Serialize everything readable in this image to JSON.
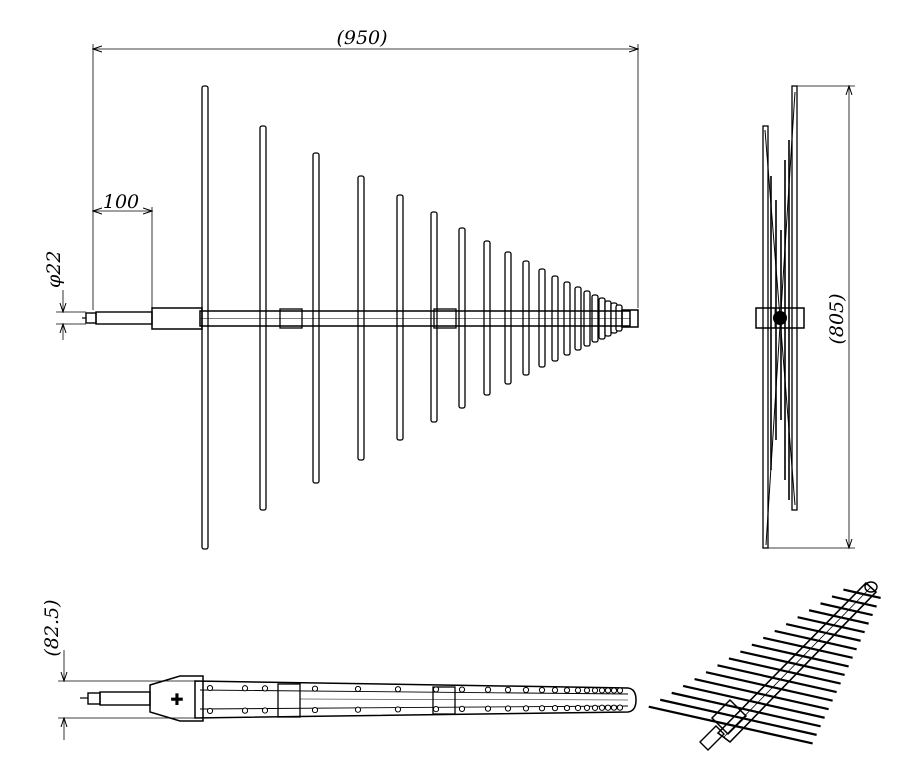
{
  "dimensions": {
    "overall_length": "(950)",
    "feed_offset": "100",
    "diameter": "φ22",
    "height": "(805)",
    "thickness": "(82.5)"
  },
  "views": [
    "front-view",
    "side-view",
    "top-view",
    "isometric-view"
  ],
  "colors": {
    "line": "#000000",
    "background": "#ffffff"
  }
}
